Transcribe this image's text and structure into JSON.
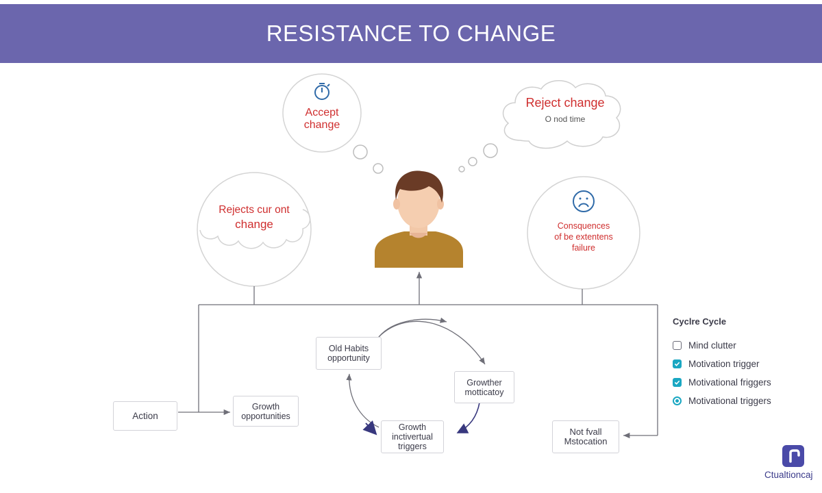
{
  "header": {
    "title": "RESISTANCE TO CHANGE"
  },
  "bubbles": {
    "accept": {
      "line1": "Accept",
      "line2": "change"
    },
    "reject": {
      "title": "Reject change",
      "sub": "O  nod time"
    },
    "rejects_current": {
      "line1": "Rejects cur ont",
      "line2": "change"
    },
    "consequences": {
      "line1": "Consquences",
      "line2": "of be extentens",
      "line3": "failure"
    }
  },
  "nodes": {
    "action": "Action",
    "growth_opportunities": "Growth\nopportunities",
    "old_habits": "Old Habits\nopportunity",
    "growther": "Growther\nmotticatoy",
    "growth_triggers": "Growth\ninctivertual\ntriggers",
    "not_fvall": "Not fvall\nMstocation"
  },
  "cycle_panel": {
    "title": "Cyclre Cycle",
    "items": [
      {
        "label": "Mind clutter",
        "state": "unchecked"
      },
      {
        "label": "Motivation trigger",
        "state": "checked"
      },
      {
        "label": "Motivational friggers",
        "state": "checked"
      },
      {
        "label": "Motivational triggers",
        "state": "radio"
      }
    ]
  },
  "logo": {
    "text": "Ctualtioncaj"
  },
  "colors": {
    "header": "#6b66ad",
    "accent_red": "#cf2e2e",
    "check": "#1aa7c2",
    "person_shirt": "#b5832e"
  },
  "icons": [
    "stopwatch-icon",
    "sad-face-icon",
    "checkbox-icon",
    "check-icon"
  ]
}
